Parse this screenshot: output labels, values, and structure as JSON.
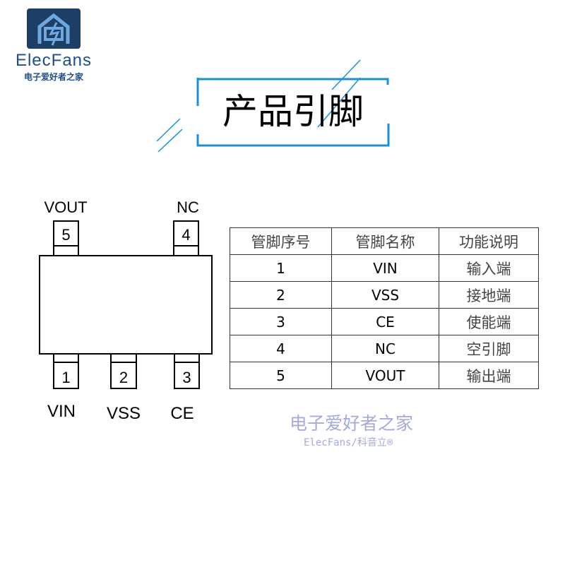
{
  "logo": {
    "name": "ElecFans",
    "subtitle": "电子爱好者之家"
  },
  "title": "产品引脚",
  "diagram": {
    "pins": [
      {
        "number": "1",
        "label": "VIN"
      },
      {
        "number": "2",
        "label": "VSS"
      },
      {
        "number": "3",
        "label": "CE"
      },
      {
        "number": "4",
        "label": "NC"
      },
      {
        "number": "5",
        "label": "VOUT"
      }
    ]
  },
  "table": {
    "headers": [
      "管脚序号",
      "管脚名称",
      "功能说明"
    ],
    "rows": [
      [
        "1",
        "VIN",
        "输入端"
      ],
      [
        "2",
        "VSS",
        "接地端"
      ],
      [
        "3",
        "CE",
        "使能端"
      ],
      [
        "4",
        "NC",
        "空引脚"
      ],
      [
        "5",
        "VOUT",
        "输出端"
      ]
    ]
  },
  "watermark": {
    "line1": "电子爱好者之家",
    "line2": "ElecFans/科音立®"
  },
  "colors": {
    "accent": "#1a8fd6",
    "logo": "#1f4f86"
  }
}
